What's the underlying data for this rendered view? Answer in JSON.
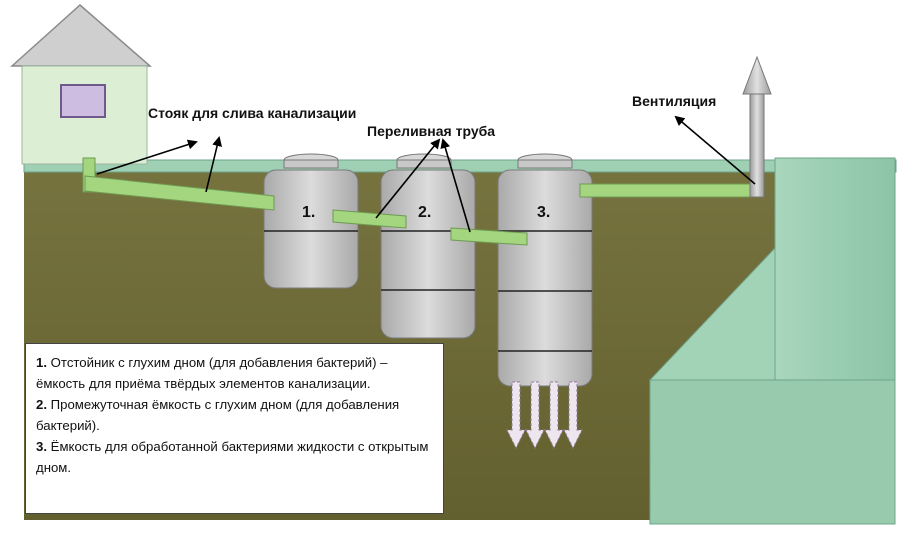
{
  "labels": {
    "riser": "Стояк для слива канализации",
    "overflow": "Переливная труба",
    "ventilation": "Вентиляция"
  },
  "tanks": [
    {
      "number": "1."
    },
    {
      "number": "2."
    },
    {
      "number": "3."
    }
  ],
  "legend": [
    {
      "num": "1.",
      "text": " Отстойник с глухим дном (для добавления бактерий) – ёмкость для приёма твёрдых элементов канализации."
    },
    {
      "num": "2.",
      "text": " Промежуточная ёмкость с глухим дном (для добавления бактерий)."
    },
    {
      "num": "3.",
      "text": " Ёмкость для обработанной бактериями жидкости с открытым дном."
    }
  ],
  "colors": {
    "soil": "#6e6b3c",
    "pipe": "#9ed27c",
    "ground_surface": "#8fc5a8",
    "tank": "#c4c4c4",
    "house_wall": "#d8ecd0",
    "house_roof": "#c9c9c9",
    "window": "#c7b8d8"
  }
}
